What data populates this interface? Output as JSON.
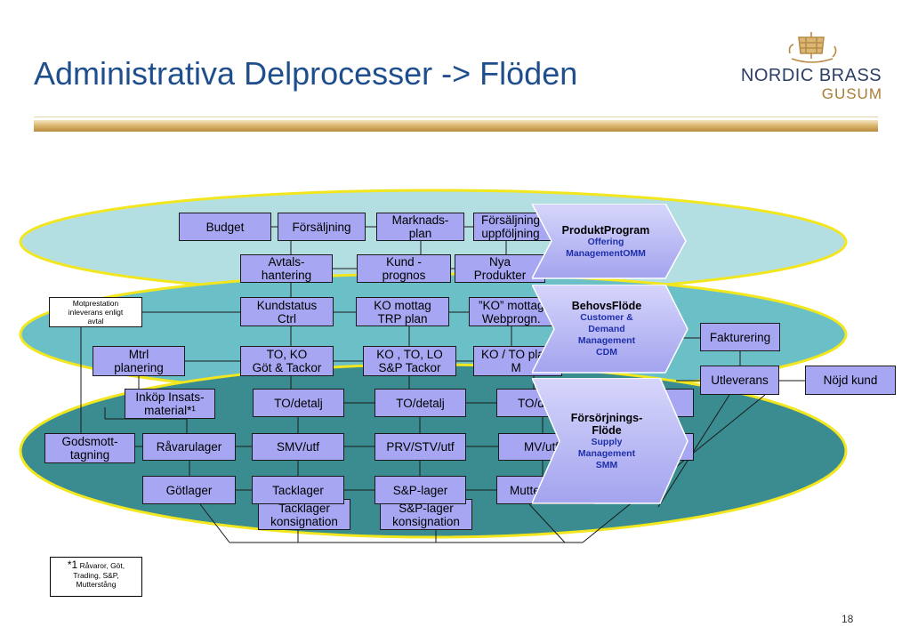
{
  "slide": {
    "title": "Administrativa Delprocesser -> Flöden",
    "page_number": "18"
  },
  "logo": {
    "line1": "NORDIC BRASS",
    "line2": "GUSUM"
  },
  "boxes": {
    "budget": "Budget",
    "forsaljning": "Försäljning",
    "marknadsplan": "Marknads-\nplan",
    "forsaljning_uppfoljning": "Försäljning\nuppföljning",
    "avtalshantering": "Avtals-\nhantering",
    "kundprognos": "Kund -\nprognos",
    "nya_produkter": "Nya\nProdukter",
    "motprestation": "Motprestation\ninleverans enligt\navtal",
    "kundstatus": "Kundstatus\nCtrl",
    "ko_mottag_trp": "KO mottag\nTRP plan",
    "ko_mottag_webprogn": "”KO” mottag\nWebprogn.",
    "fakturering": "Fakturering",
    "mtrl_planering": "Mtrl\nplanering",
    "to_ko": "TO, KO\nGöt & Tackor",
    "ko_to_lo": "KO , TO, LO\nS&P Tackor",
    "ko_to_plan": "KO / TO plan\nM",
    "utleverans": "Utleverans",
    "nojd_kund": "Nöjd kund",
    "inkop": "Inköp Insats-\nmaterial*¹",
    "to_detalj_1": "TO/detalj",
    "to_detalj_2": "TO/detalj",
    "to_detalj_3": "TO/detalj",
    "godsmottagning": "Godsmott-\ntagning",
    "ravarulager": "Råvarulager",
    "smv_utf": "SMV/utf",
    "prv_stv_utf": "PRV/STV/utf",
    "mv_utf": "MV/utf",
    "gotlager": "Götlager",
    "tacklager": "Tacklager",
    "sp_lager": "S&P-lager",
    "mutterlager": "Mutterlager",
    "tacklager_konsignation": "Tacklager\nkonsignation",
    "sp_lager_konsignation": "S&P-lager\nkonsignation"
  },
  "chevrons": [
    {
      "title": "ProduktProgram",
      "subtitle": "Offering\nManagementOMM"
    },
    {
      "title": "BehovsFlöde",
      "subtitle": "Customer &\nDemand\nManagement\nCDM"
    },
    {
      "title": "Försörjnings-\nFlöde",
      "subtitle": "Supply\nManagement\nSMM"
    }
  ],
  "footnote": {
    "marker": "*1",
    "text": "Råvaror, Göt,\nTrading, S&P,\nMutterstång"
  },
  "colors": {
    "title": "#1f4e8c",
    "box_fill": "#a6a6f2",
    "ellipse_top": "#b3dfe3",
    "ellipse_middle": "#6bbfc7",
    "ellipse_bottom": "#3a8c90",
    "ellipse_border": "#f2e61f",
    "chevron_fill": "#b8b8f5",
    "chevron_subtitle": "#1f2faa"
  }
}
